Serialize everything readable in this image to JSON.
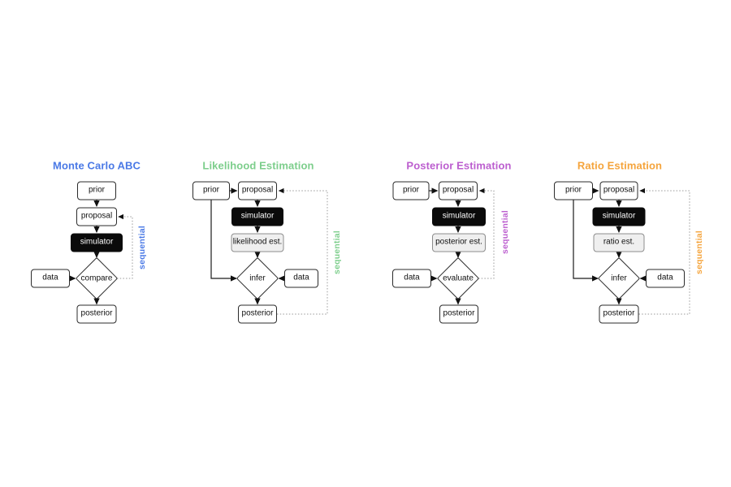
{
  "diagrams": [
    {
      "title": "Monte Carlo ABC",
      "color": "#4a79e6",
      "loop_label": "sequential",
      "nodes": {
        "prior": "prior",
        "proposal": "proposal",
        "simulator": "simulator",
        "decision": "compare",
        "data": "data",
        "posterior": "posterior"
      }
    },
    {
      "title": "Likelihood Estimation",
      "color": "#7dce8c",
      "loop_label": "sequential",
      "nodes": {
        "prior": "prior",
        "proposal": "proposal",
        "simulator": "simulator",
        "estimator": "likelihood est.",
        "decision": "infer",
        "data": "data",
        "posterior": "posterior"
      }
    },
    {
      "title": "Posterior Estimation",
      "color": "#bc5ecf",
      "loop_label": "sequential",
      "nodes": {
        "prior": "prior",
        "proposal": "proposal",
        "simulator": "simulator",
        "estimator": "posterior est.",
        "decision": "evaluate",
        "data": "data",
        "posterior": "posterior"
      }
    },
    {
      "title": "Ratio Estimation",
      "color": "#f5a43c",
      "loop_label": "sequential",
      "nodes": {
        "prior": "prior",
        "proposal": "proposal",
        "simulator": "simulator",
        "estimator": "ratio est.",
        "decision": "infer",
        "data": "data",
        "posterior": "posterior"
      }
    }
  ],
  "styles": {
    "node_border": "#2b2b2b",
    "black_node_bg": "#0a0a0a",
    "gray_node_bg": "#efefef",
    "solid_line": "#1a1a1a",
    "dotted_line": "#999999",
    "background": "#ffffff"
  }
}
